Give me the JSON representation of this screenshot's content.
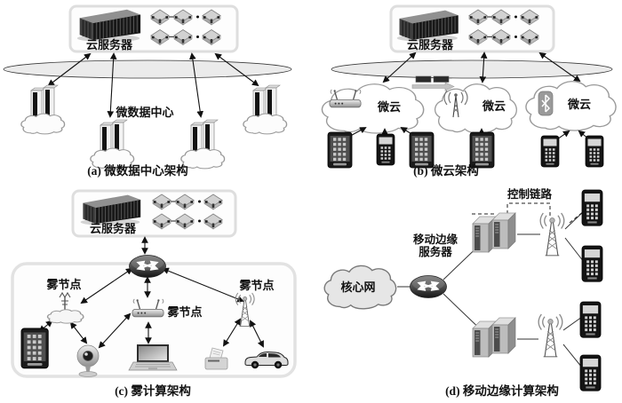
{
  "figure": {
    "panel_a": {
      "caption": "(a) 微数据中心架构",
      "cloud_server": "云服务器",
      "micro_datacenter": "微数据中心"
    },
    "panel_b": {
      "caption": "(b) 微云架构",
      "cloud_server": "云服务器",
      "cloudlet_1": "微云",
      "cloudlet_2": "微云",
      "cloudlet_3": "微云"
    },
    "panel_c": {
      "caption": "(c) 雾计算架构",
      "cloud_server": "云服务器",
      "fog_node_1": "雾节点",
      "fog_node_2": "雾节点",
      "fog_node_3": "雾节点"
    },
    "panel_d": {
      "caption": "(d) 移动边缘计算架构",
      "core_network": "核心网",
      "edge_server_line1": "移动边缘",
      "edge_server_line2": "服务器",
      "control_link": "控制链路"
    },
    "colors": {
      "line": "#111111",
      "box_border": "#dedede",
      "dark_device": "#1b1b1b",
      "cloud_stroke": "#999999"
    }
  }
}
